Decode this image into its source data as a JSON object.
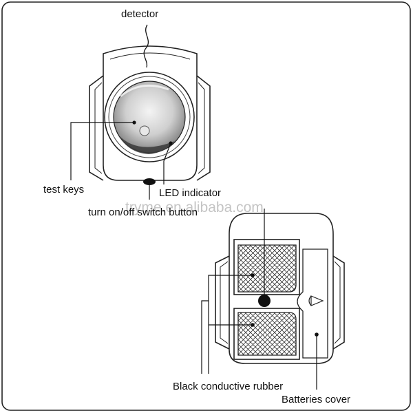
{
  "labels": {
    "detector": "detector",
    "test_keys": "test keys",
    "led_indicator": "LED indicator",
    "switch_button": "turn on/off switch button",
    "conductive_rubber": "Black conductive rubber",
    "batteries_cover": "Batteries cover"
  },
  "watermark": "tryme.en.alibaba.com",
  "colors": {
    "ink": "#111111",
    "border": "#222222",
    "watermark": "#c4c4c4"
  }
}
